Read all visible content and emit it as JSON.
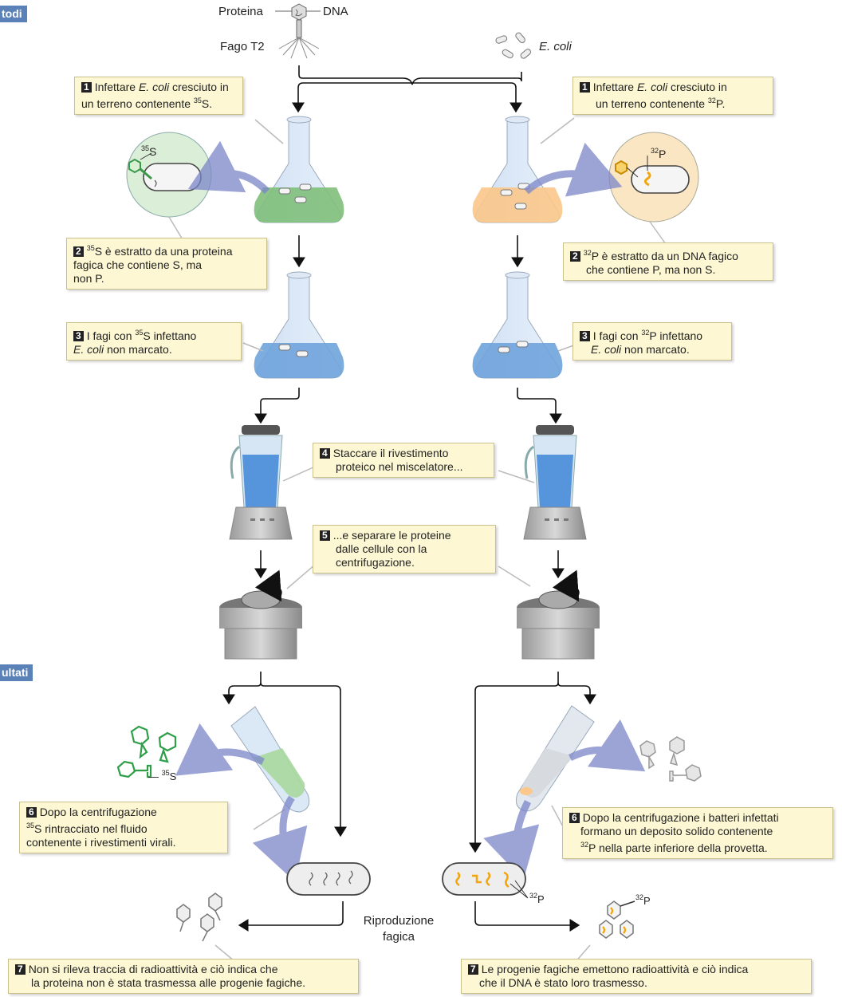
{
  "sections": {
    "methods": "todi",
    "results": "ultati"
  },
  "top": {
    "protein": "Proteina",
    "dna": "DNA",
    "phage": "Fago T2",
    "ecoli": "E. coli"
  },
  "left": {
    "step1": {
      "num": "1",
      "a": "Infettare ",
      "b": "E. coli",
      "c": " cresciuto in",
      "d": "un terreno contenente ",
      "e": "35",
      "f": "S."
    },
    "circle_sup": "35",
    "circle_el": "S",
    "step2": {
      "num": "2",
      "a": "35",
      "b": "S è estratto da una proteina",
      "c": "fagica che contiene S, ma",
      "d": "non P."
    },
    "step3": {
      "num": "3",
      "a": "I fagi con ",
      "b": "35",
      "c": "S infettano",
      "d": "E. coli",
      "e": " non marcato."
    },
    "tube_sup": "35",
    "tube_el": "S",
    "step6": {
      "num": "6",
      "a": "Dopo la centrifugazione",
      "b": "35",
      "c": "S rintracciato nel fluido",
      "d": "contenente i rivestimenti virali."
    },
    "step7": {
      "num": "7",
      "a": "Non si rileva traccia di radioattività e ciò indica che",
      "b": "la proteina non è stata trasmessa alle progenie fagiche."
    }
  },
  "right": {
    "step1": {
      "num": "1",
      "a": "Infettare ",
      "b": "E. coli",
      "c": " cresciuto in",
      "d": "un terreno contenente ",
      "e": "32",
      "f": "P."
    },
    "circle_sup": "32",
    "circle_el": "P",
    "step2": {
      "num": "2",
      "a": "32",
      "b": "P è estratto da un DNA fagico",
      "c": "che contiene P, ma non S."
    },
    "step3": {
      "num": "3",
      "a": "I fagi con ",
      "b": "32",
      "c": "P infettano",
      "d": "E. coli",
      "e": " non marcato."
    },
    "step6": {
      "num": "6",
      "a": "Dopo la centrifugazione i batteri infettati",
      "b": "formano un deposito solido contenente",
      "c": "32",
      "d": "P nella parte inferiore della provetta."
    },
    "cell_sup": "32",
    "cell_el": "P",
    "prog_sup": "32",
    "prog_el": "P",
    "step7": {
      "num": "7",
      "a": "Le progenie fagiche emettono radioattività e ciò indica",
      "b": "che il DNA è stato loro trasmesso."
    }
  },
  "center": {
    "step4": {
      "num": "4",
      "a": "Staccare il rivestimento",
      "b": "proteico nel miscelatore..."
    },
    "step5": {
      "num": "5",
      "a": "...e separare le proteine",
      "b": "dalle cellule con la",
      "c": "centrifugazione."
    },
    "reproduction": {
      "a": "Riproduzione",
      "b": "fagica"
    }
  },
  "colors": {
    "section_tag": "#5b82b8",
    "callout_bg": "#fdf8d3",
    "green_medium": "#7fbf7a",
    "orange_medium": "#fbc78a",
    "blue_medium": "#6fa3dc",
    "orange_dna": "#f2a50c"
  }
}
